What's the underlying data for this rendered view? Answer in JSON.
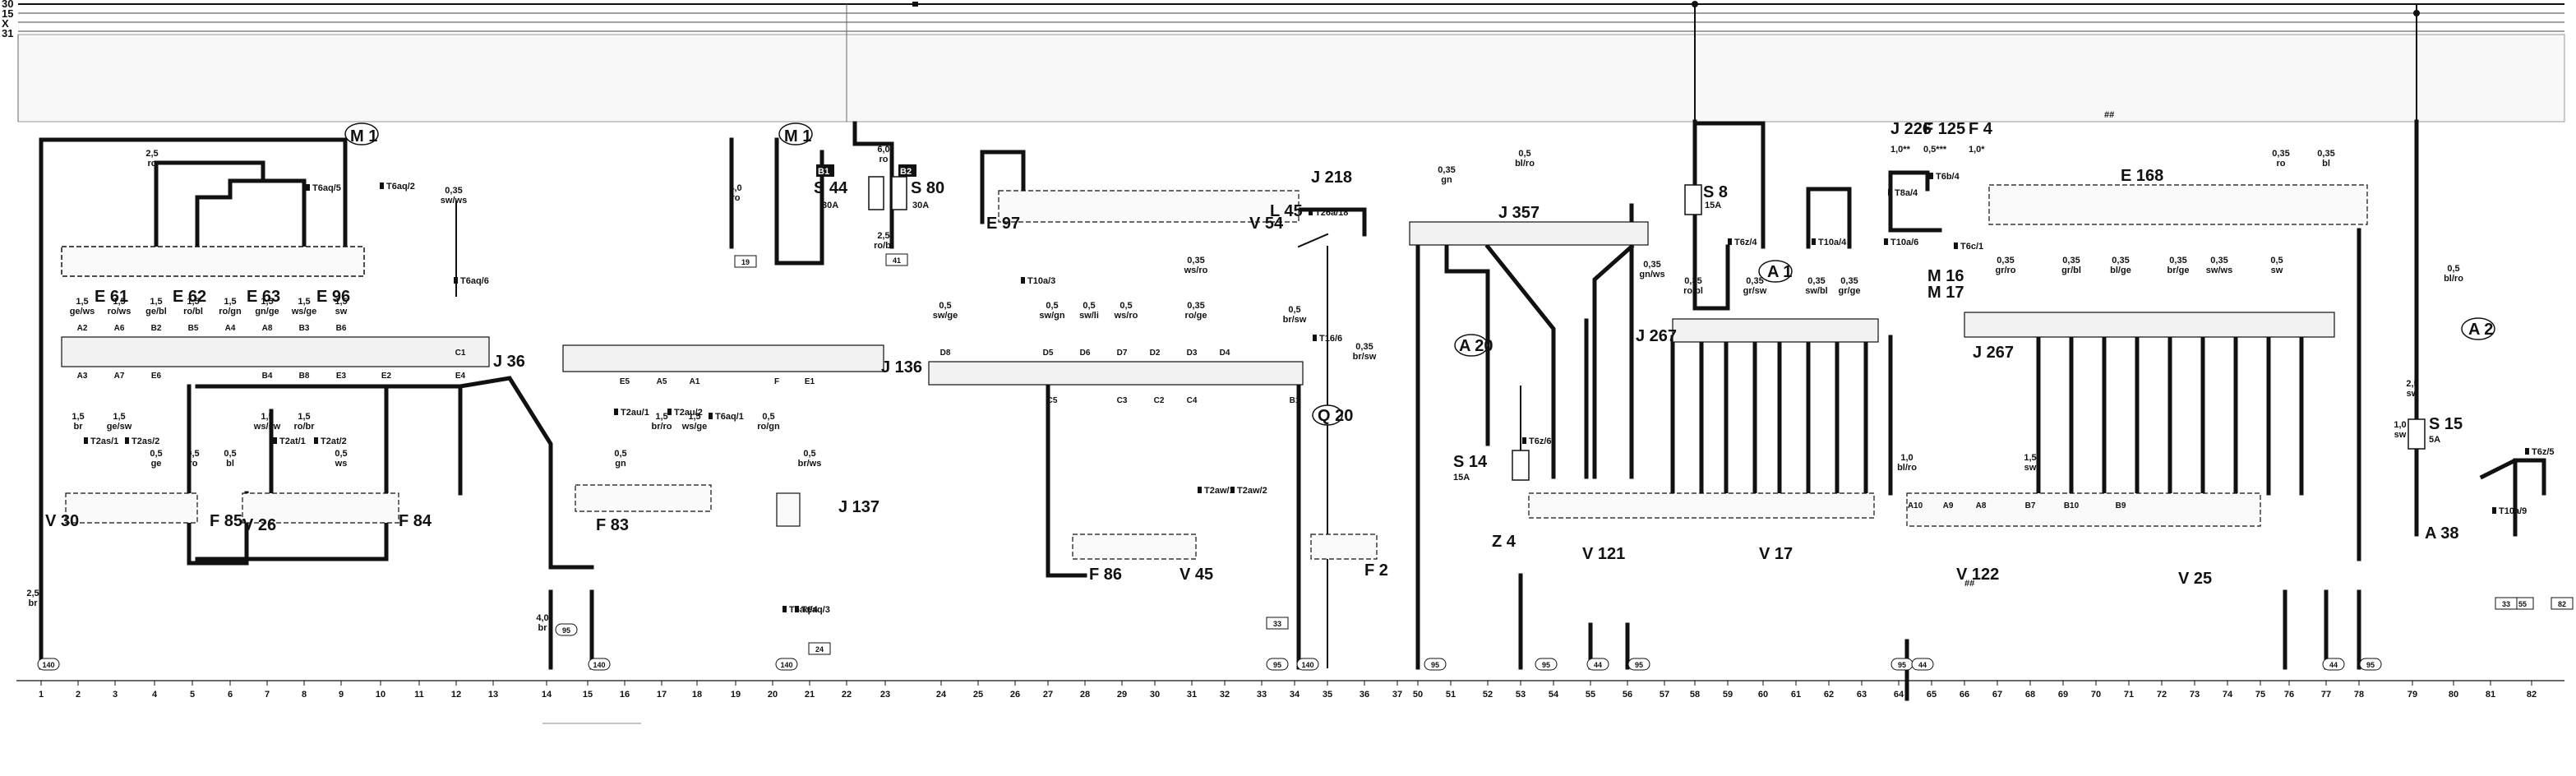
{
  "rails": [
    "30",
    "15",
    "X",
    "31"
  ],
  "column_numbers": [
    "1",
    "2",
    "3",
    "4",
    "5",
    "6",
    "7",
    "8",
    "9",
    "10",
    "11",
    "12",
    "13",
    "14",
    "15",
    "16",
    "17",
    "18",
    "19",
    "20",
    "21",
    "22",
    "23",
    "24",
    "25",
    "26",
    "27",
    "28",
    "29",
    "30",
    "31",
    "32",
    "33",
    "34",
    "35",
    "36",
    "37",
    "50",
    "51",
    "52",
    "53",
    "54",
    "55",
    "56",
    "57",
    "58",
    "59",
    "60",
    "61",
    "62",
    "63",
    "64",
    "65",
    "66",
    "67",
    "68",
    "69",
    "70",
    "71",
    "72",
    "73",
    "74",
    "75",
    "76",
    "77",
    "78",
    "79",
    "80",
    "81",
    "82"
  ],
  "components": [
    {
      "id": "J36",
      "label": "J 36"
    },
    {
      "id": "J136",
      "label": "J 136"
    },
    {
      "id": "J137",
      "label": "J 137"
    },
    {
      "id": "J267a",
      "label": "J 267"
    },
    {
      "id": "J267b",
      "label": "J 267"
    },
    {
      "id": "J218",
      "label": "J 218"
    },
    {
      "id": "J357",
      "label": "J 357"
    },
    {
      "id": "J226",
      "label": "J 226"
    },
    {
      "id": "E168",
      "label": "E 168"
    },
    {
      "id": "E97",
      "label": "E 97"
    },
    {
      "id": "E61",
      "label": "E 61"
    },
    {
      "id": "E62",
      "label": "E 62"
    },
    {
      "id": "E63",
      "label": "E 63"
    },
    {
      "id": "E96",
      "label": "E 96"
    },
    {
      "id": "M1a",
      "label": "M 1"
    },
    {
      "id": "M1b",
      "label": "M 1"
    },
    {
      "id": "M16",
      "label": "M 16"
    },
    {
      "id": "M17",
      "label": "M 17"
    },
    {
      "id": "S44",
      "label": "S 44"
    },
    {
      "id": "S80",
      "label": "S 80"
    },
    {
      "id": "S8",
      "label": "S 8"
    },
    {
      "id": "S14",
      "label": "S 14"
    },
    {
      "id": "S15",
      "label": "S 15"
    },
    {
      "id": "F2",
      "label": "F 2"
    },
    {
      "id": "F4",
      "label": "F 4"
    },
    {
      "id": "F83",
      "label": "F 83"
    },
    {
      "id": "F84",
      "label": "F 84"
    },
    {
      "id": "F85",
      "label": "F 85"
    },
    {
      "id": "F86",
      "label": "F 86"
    },
    {
      "id": "F125",
      "label": "F 125"
    },
    {
      "id": "V17",
      "label": "V 17"
    },
    {
      "id": "V25",
      "label": "V 25"
    },
    {
      "id": "V26",
      "label": "V 26"
    },
    {
      "id": "V30",
      "label": "V 30"
    },
    {
      "id": "V45",
      "label": "V 45"
    },
    {
      "id": "V54",
      "label": "V 54"
    },
    {
      "id": "V121",
      "label": "V 121"
    },
    {
      "id": "V122",
      "label": "V 122"
    },
    {
      "id": "A1",
      "label": "A 1"
    },
    {
      "id": "A2",
      "label": "A 2"
    },
    {
      "id": "A20",
      "label": "A 20"
    },
    {
      "id": "A38",
      "label": "A 38"
    },
    {
      "id": "Q20",
      "label": "Q 20"
    },
    {
      "id": "L45",
      "label": "L 45"
    },
    {
      "id": "Z4",
      "label": "Z 4"
    },
    {
      "id": "B1",
      "label": "B1"
    },
    {
      "id": "B2",
      "label": "B2"
    }
  ],
  "connectors": [
    {
      "id": "c1",
      "label": "T6aq/2"
    },
    {
      "id": "c2",
      "label": "T6aq/6"
    },
    {
      "id": "c3",
      "label": "T6aq/5"
    },
    {
      "id": "c4",
      "label": "T2as/1"
    },
    {
      "id": "c5",
      "label": "T2as/2"
    },
    {
      "id": "c6",
      "label": "T2at/1"
    },
    {
      "id": "c7",
      "label": "T2at/2"
    },
    {
      "id": "c8",
      "label": "T2au/1"
    },
    {
      "id": "c9",
      "label": "T2au/2"
    },
    {
      "id": "c10",
      "label": "T2aw/1"
    },
    {
      "id": "c11",
      "label": "T2aw/2"
    },
    {
      "id": "c12",
      "label": "T6aq/1"
    },
    {
      "id": "c13",
      "label": "T6aq/4"
    },
    {
      "id": "c14",
      "label": "T6aq/3"
    },
    {
      "id": "c15",
      "label": "T10a/3"
    },
    {
      "id": "c16",
      "label": "T10a/4"
    },
    {
      "id": "c17",
      "label": "T16/6"
    },
    {
      "id": "c18",
      "label": "T26a/18"
    },
    {
      "id": "c19",
      "label": "T6z/4"
    },
    {
      "id": "c20",
      "label": "T6z/5"
    },
    {
      "id": "c21",
      "label": "T6z/6"
    },
    {
      "id": "c22",
      "label": "T10a/6"
    },
    {
      "id": "c23",
      "label": "T10a/9"
    },
    {
      "id": "c24",
      "label": "T6b/4"
    },
    {
      "id": "c25",
      "label": "T6c/1"
    },
    {
      "id": "c26",
      "label": "T8a/4"
    }
  ],
  "grounds": [
    {
      "id": "g140a",
      "label": "140"
    },
    {
      "id": "g95a",
      "label": "95"
    },
    {
      "id": "g140b",
      "label": "140"
    },
    {
      "id": "g140c",
      "label": "140"
    },
    {
      "id": "g95b",
      "label": "95"
    },
    {
      "id": "g140d",
      "label": "140"
    },
    {
      "id": "g95c",
      "label": "95"
    },
    {
      "id": "g95d",
      "label": "95"
    },
    {
      "id": "g44a",
      "label": "44"
    },
    {
      "id": "g95e",
      "label": "95"
    },
    {
      "id": "g95f",
      "label": "95"
    },
    {
      "id": "g44b",
      "label": "44"
    },
    {
      "id": "g95g",
      "label": "95"
    },
    {
      "id": "g44c",
      "label": "44"
    },
    {
      "id": "g33a",
      "label": "33"
    },
    {
      "id": "g55",
      "label": "55"
    },
    {
      "id": "g82",
      "label": "82"
    },
    {
      "id": "g19",
      "label": "19"
    },
    {
      "id": "g41",
      "label": "41"
    },
    {
      "id": "g24",
      "label": "24"
    },
    {
      "id": "g33b",
      "label": "33"
    }
  ],
  "wire_labels": [
    {
      "size": "2,5",
      "color": "br"
    },
    {
      "size": "2,5",
      "color": "ro"
    },
    {
      "size": "0,35",
      "color": "sw/ws"
    },
    {
      "size": "1,5",
      "color": "ge/ws"
    },
    {
      "size": "1,5",
      "color": "ro/ws"
    },
    {
      "size": "1,5",
      "color": "ge/bl"
    },
    {
      "size": "1,5",
      "color": "ro/bl"
    },
    {
      "size": "1,5",
      "color": "ro/gn"
    },
    {
      "size": "1,5",
      "color": "gn/ge"
    },
    {
      "size": "1,5",
      "color": "ws/ge"
    },
    {
      "size": "1,5",
      "color": "sw"
    },
    {
      "size": "1,5",
      "color": "br"
    },
    {
      "size": "1,5",
      "color": "ge/sw"
    },
    {
      "size": "0,5",
      "color": "ge"
    },
    {
      "size": "0,5",
      "color": "ro"
    },
    {
      "size": "0,5",
      "color": "bl"
    },
    {
      "size": "1,5",
      "color": "ws/sw"
    },
    {
      "size": "1,5",
      "color": "ro/br"
    },
    {
      "size": "0,5",
      "color": "ws"
    },
    {
      "size": "0,5",
      "color": "gn"
    },
    {
      "size": "1,5",
      "color": "br/ro"
    },
    {
      "size": "1,5",
      "color": "ws/ge"
    },
    {
      "size": "0,5",
      "color": "ro/gn"
    },
    {
      "size": "0,5",
      "color": "br/ws"
    },
    {
      "size": "4,0",
      "color": "br"
    },
    {
      "size": "4,0",
      "color": "ro"
    },
    {
      "size": "6,0",
      "color": "ro"
    },
    {
      "size": "2,5",
      "color": "ro/bl"
    },
    {
      "size": "0,5",
      "color": "sw/ge"
    },
    {
      "size": "0,5",
      "color": "sw/gn"
    },
    {
      "size": "0,5",
      "color": "sw/li"
    },
    {
      "size": "0,5",
      "color": "ws/ro"
    },
    {
      "size": "0,35",
      "color": "ws/ro"
    },
    {
      "size": "0,35",
      "color": "ro/ge"
    },
    {
      "size": "0,5",
      "color": "br/sw"
    },
    {
      "size": "0,35",
      "color": "br/sw"
    },
    {
      "size": "0,35",
      "color": "gn"
    },
    {
      "size": "0,5",
      "color": "bl/ro"
    },
    {
      "size": "0,35",
      "color": "gn/ws"
    },
    {
      "size": "0,35",
      "color": "ro/bl"
    },
    {
      "size": "0,35",
      "color": "sw/bl"
    },
    {
      "size": "0,35",
      "color": "gr/sw"
    },
    {
      "size": "0,35",
      "color": "gr/ge"
    },
    {
      "size": "0,35",
      "color": "gr/ro"
    },
    {
      "size": "0,35",
      "color": "gr/bl"
    },
    {
      "size": "0,35",
      "color": "bl/ge"
    },
    {
      "size": "0,35",
      "color": "br/ge"
    },
    {
      "size": "0,35",
      "color": "sw/ws"
    },
    {
      "size": "0,5",
      "color": "sw"
    },
    {
      "size": "1,0",
      "color": "sw"
    },
    {
      "size": "1,0",
      "color": "bl/ro"
    },
    {
      "size": "1,5",
      "color": "sw"
    },
    {
      "size": "0,5",
      "color": "bl/ro"
    },
    {
      "size": "0,35",
      "color": "ro"
    },
    {
      "size": "0,35",
      "color": "bl"
    },
    {
      "size": "2,5",
      "color": "sw"
    }
  ],
  "fuse_ratings": [
    "30A",
    "30A",
    "15A",
    "15A",
    "5A"
  ],
  "notes": [
    "##",
    "1,0**",
    "0,5***",
    "1,0*"
  ],
  "pins": [
    "A2",
    "A6",
    "B2",
    "B5",
    "A4",
    "A8",
    "B3",
    "B6",
    "A3",
    "A7",
    "E6",
    "B4",
    "B8",
    "E3",
    "E2",
    "E4",
    "E5",
    "A5",
    "A1",
    "F",
    "E1",
    "D8",
    "D5",
    "D6",
    "D7",
    "D2",
    "D3",
    "D4",
    "C5",
    "C3",
    "C2",
    "C4",
    "C1",
    "B1",
    "A10",
    "A9",
    "A8",
    "B7",
    "B10",
    "B9"
  ]
}
